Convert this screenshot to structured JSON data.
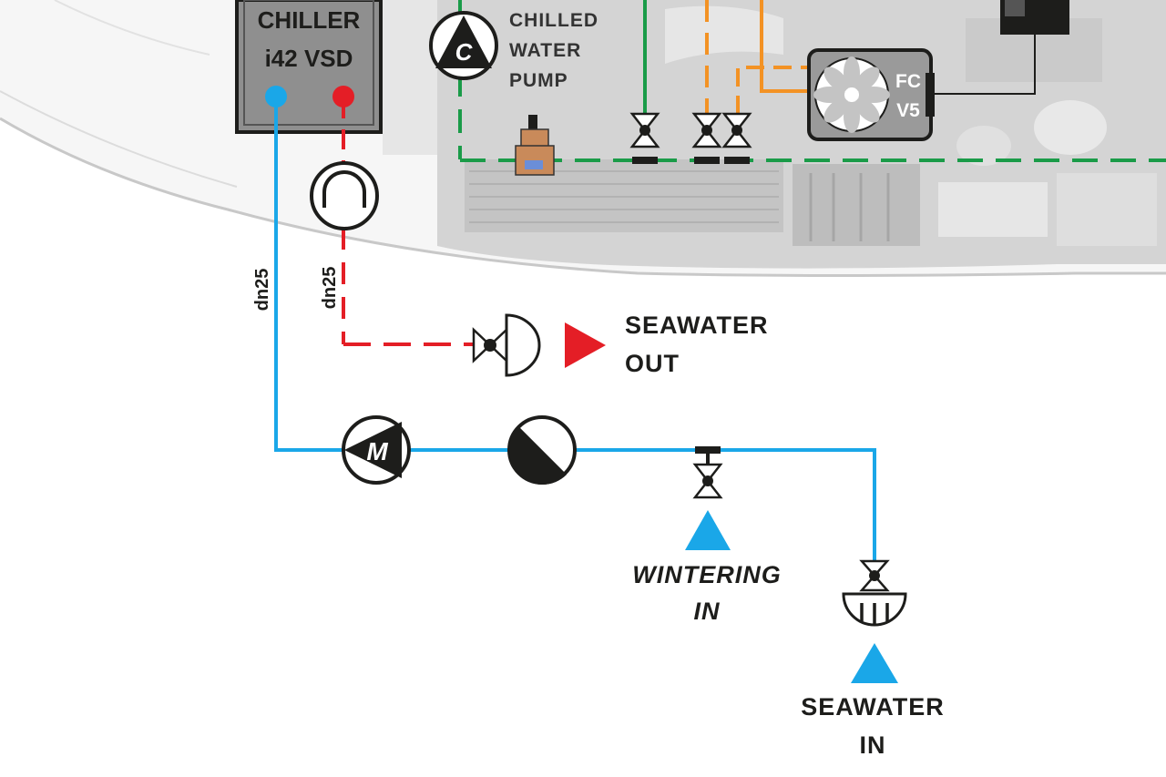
{
  "chiller": {
    "line1": "CHILLER",
    "line2": "i42 VSD"
  },
  "chilled_water_pump": {
    "symbol": "C",
    "line1": "CHILLED",
    "line2": "WATER",
    "line3": "PUMP"
  },
  "fan_coil": {
    "line1": "FC",
    "line2": "V5"
  },
  "pipe_labels": {
    "inlet": "dn25",
    "outlet": "dn25"
  },
  "seawater_pump": {
    "symbol": "M"
  },
  "seawater_out": {
    "line1": "SEAWATER",
    "line2": "OUT"
  },
  "wintering_in": {
    "line1": "WINTERING",
    "line2": "IN"
  },
  "seawater_in": {
    "line1": "SEAWATER",
    "line2": "IN"
  },
  "colors": {
    "seawater_in_line": "#1aa7e8",
    "seawater_out_line": "#e41e26",
    "chilled_water_loop": "#1a9b48",
    "refrigerant_line": "#f39224",
    "background_vessel": "#d0d0d0",
    "symbols": "#1d1d1b"
  }
}
